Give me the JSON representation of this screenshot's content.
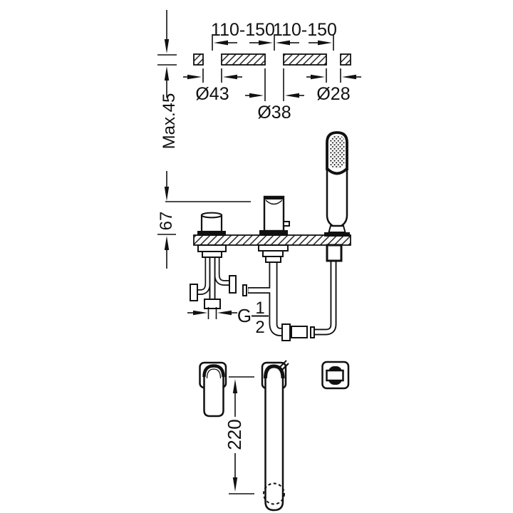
{
  "drawing": {
    "kind": "bath-mixer-installation-diagram",
    "colors": {
      "line": "#111111",
      "background": "#ffffff"
    },
    "top_section": {
      "hole_spacing_left": "110-150",
      "hole_spacing_right": "110-150",
      "hole_diameter_handle": "Ø43",
      "hole_diameter_spout": "Ø38",
      "hole_diameter_shower": "Ø28",
      "max_deck_thickness": "Max.45"
    },
    "side_view": {
      "spout_height_above_deck": "67",
      "thread_letter": "G",
      "thread_numerator": "1",
      "thread_denominator": "2"
    },
    "front_view": {
      "spout_reach": "220"
    }
  }
}
